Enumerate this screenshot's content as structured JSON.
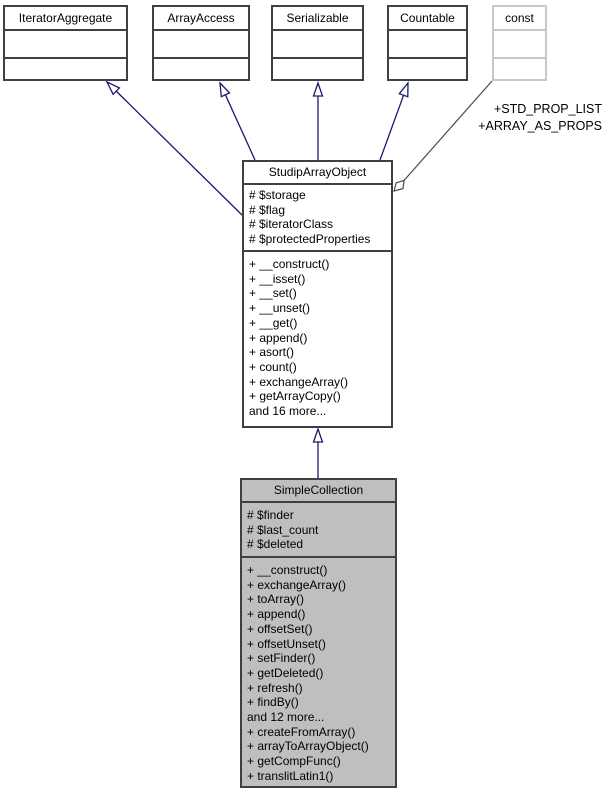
{
  "diagram": {
    "interfaces": [
      {
        "name": "IteratorAggregate"
      },
      {
        "name": "ArrayAccess"
      },
      {
        "name": "Serializable"
      },
      {
        "name": "Countable"
      }
    ],
    "const_box": {
      "name": "const"
    },
    "edge_labels": {
      "const_usage": [
        "+STD_PROP_LIST",
        "+ARRAY_AS_PROPS"
      ]
    },
    "classes": [
      {
        "name": "StudipArrayObject",
        "fields": [
          "# $storage",
          "# $flag",
          "# $iteratorClass",
          "# $protectedProperties"
        ],
        "methods": [
          "+ __construct()",
          "+ __isset()",
          "+ __set()",
          "+ __unset()",
          "+ __get()",
          "+ append()",
          "+ asort()",
          "+ count()",
          "+ exchangeArray()",
          "+ getArrayCopy()",
          "and 16 more..."
        ]
      },
      {
        "name": "SimpleCollection",
        "fields": [
          "# $finder",
          "# $last_count",
          "# $deleted"
        ],
        "methods": [
          "+ __construct()",
          "+ exchangeArray()",
          "+ toArray()",
          "+ append()",
          "+ offsetSet()",
          "+ offsetUnset()",
          "+ setFinder()",
          "+ getDeleted()",
          "+ refresh()",
          "+ findBy()",
          "and 12 more...",
          "+ createFromArray()",
          "+ arrayToArrayObject()",
          "+ getCompFunc()",
          "+ translitLatin1()"
        ]
      }
    ],
    "colors": {
      "inheritance": "#191970",
      "aggregation": "#4a4a4a",
      "highlight_fill": "#bfbfbf",
      "muted_border": "#c8c8c8",
      "box_border": "#404040"
    }
  }
}
